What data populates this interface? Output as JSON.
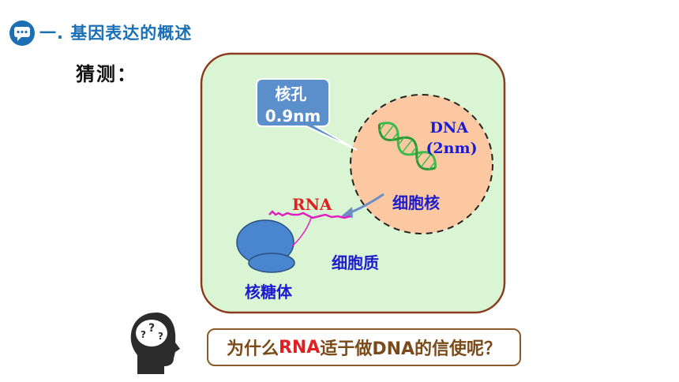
{
  "header": {
    "title": "一. 基因表达的概述",
    "icon": "speech-bubble-icon"
  },
  "guess_label": "猜测：",
  "diagram": {
    "pore_callout": {
      "line1": "核孔",
      "line2": "0.9nm"
    },
    "dna_label": {
      "line1": "DNA",
      "line2": "(2nm)"
    },
    "nucleus_label": "细胞核",
    "rna_label": "RNA",
    "cytoplasm_label": "细胞质",
    "ribosome_label": "核糖体",
    "colors": {
      "cell_fill": "#d9f5d3",
      "nucleus_fill": "#fcc8a2",
      "callout_fill": "#5b8fcc",
      "rna_line": "#e020c0",
      "ribosome_fill": "#4a86d0",
      "dna_helix": "#3dbb4a"
    }
  },
  "question": {
    "prefix": "为什么",
    "highlight": "RNA",
    "suffix": "适于做DNA的信使呢？",
    "icon": "thinking-head-icon"
  }
}
